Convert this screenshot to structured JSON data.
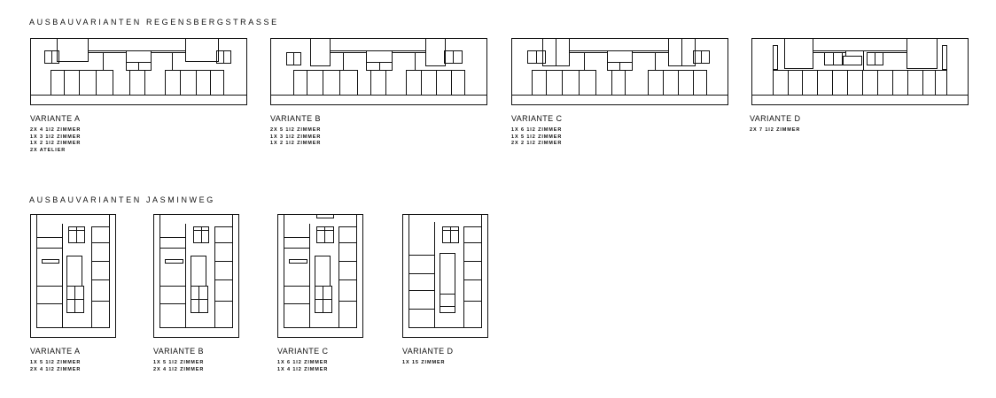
{
  "sections": [
    {
      "title": "AUSBAUVARIANTEN REGENSBERGSTRASSE",
      "variants": [
        {
          "label": "VARIANTE A",
          "rooms": [
            "2X 4 1I2 ZIMMER",
            "1X 3 1I2 ZIMMER",
            "1X 2 1I2 ZIMMER",
            "2X ATELIER"
          ]
        },
        {
          "label": "VARIANTE B",
          "rooms": [
            "2X 5 1I2 ZIMMER",
            "1X 3 1I2 ZIMMER",
            "1X 2 1I2 ZIMMER"
          ]
        },
        {
          "label": "VARIANTE C",
          "rooms": [
            "1X 6 1I2 ZIMMER",
            "1X 5 1I2 ZIMMER",
            "2X 2 1I2 ZIMMER"
          ]
        },
        {
          "label": "VARIANTE D",
          "rooms": [
            "2X 7 1I2 ZIMMER"
          ]
        }
      ]
    },
    {
      "title": "AUSBAUVARIANTEN JASMINWEG",
      "variants": [
        {
          "label": "VARIANTE A",
          "rooms": [
            "1X 5 1I2 ZIMMER",
            "2X 4 1I2 ZIMMER"
          ]
        },
        {
          "label": "VARIANTE B",
          "rooms": [
            "1X 5 1I2 ZIMMER",
            "2X 4 1I2 ZIMMER"
          ]
        },
        {
          "label": "VARIANTE C",
          "rooms": [
            "1X 6 1I2 ZIMMER",
            "1X 4 1I2 ZIMMER"
          ]
        },
        {
          "label": "VARIANTE D",
          "rooms": [
            "1X 15 ZIMMER"
          ]
        }
      ]
    }
  ],
  "colors": {
    "line": "#111111",
    "background": "#ffffff"
  }
}
